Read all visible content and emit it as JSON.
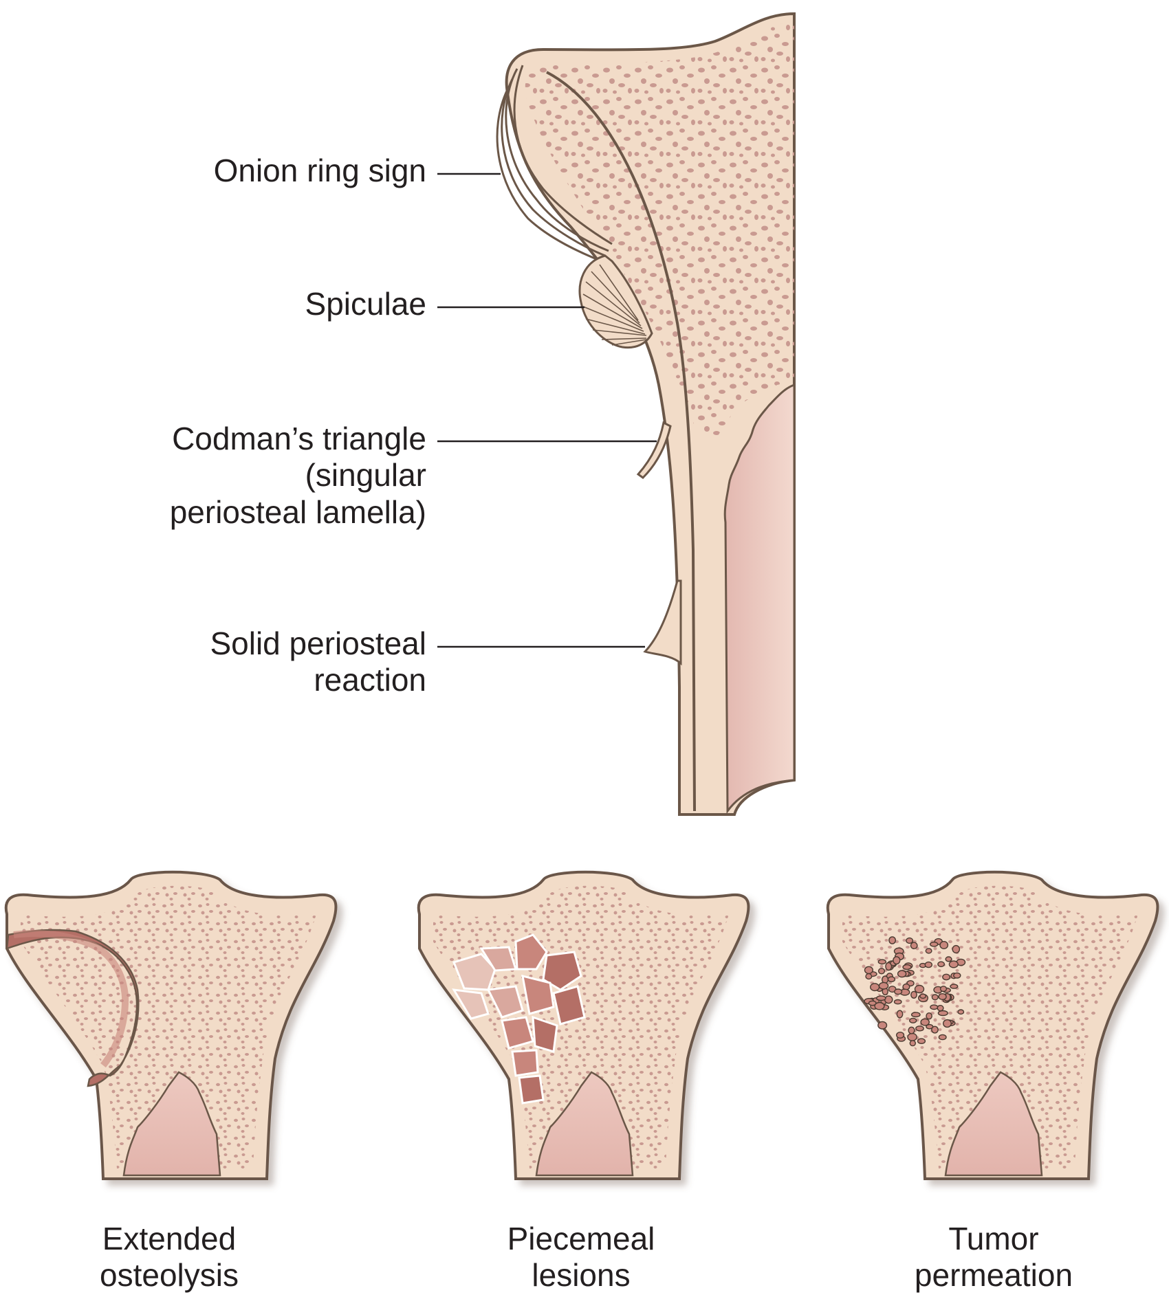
{
  "colors": {
    "bone": "#f2dcc8",
    "outline": "#6b5748",
    "trabecula": "#c99a91",
    "medulla": "#e9c4bd",
    "lesion": "#c8867c",
    "lesion_dark": "#b46f66",
    "leader": "#231f20",
    "text": "#231f20"
  },
  "annotations": [
    {
      "lines": [
        "Onion ring sign"
      ]
    },
    {
      "lines": [
        "Spiculae"
      ]
    },
    {
      "lines": [
        "Codman’s triangle",
        "(singular",
        "periosteal lamella)"
      ]
    },
    {
      "lines": [
        "Solid periosteal",
        "reaction"
      ]
    }
  ],
  "panels": [
    {
      "lines": [
        "Extended",
        "osteolysis"
      ]
    },
    {
      "lines": [
        "Piecemeal",
        "lesions"
      ]
    },
    {
      "lines": [
        "Tumor",
        "permeation"
      ]
    }
  ]
}
